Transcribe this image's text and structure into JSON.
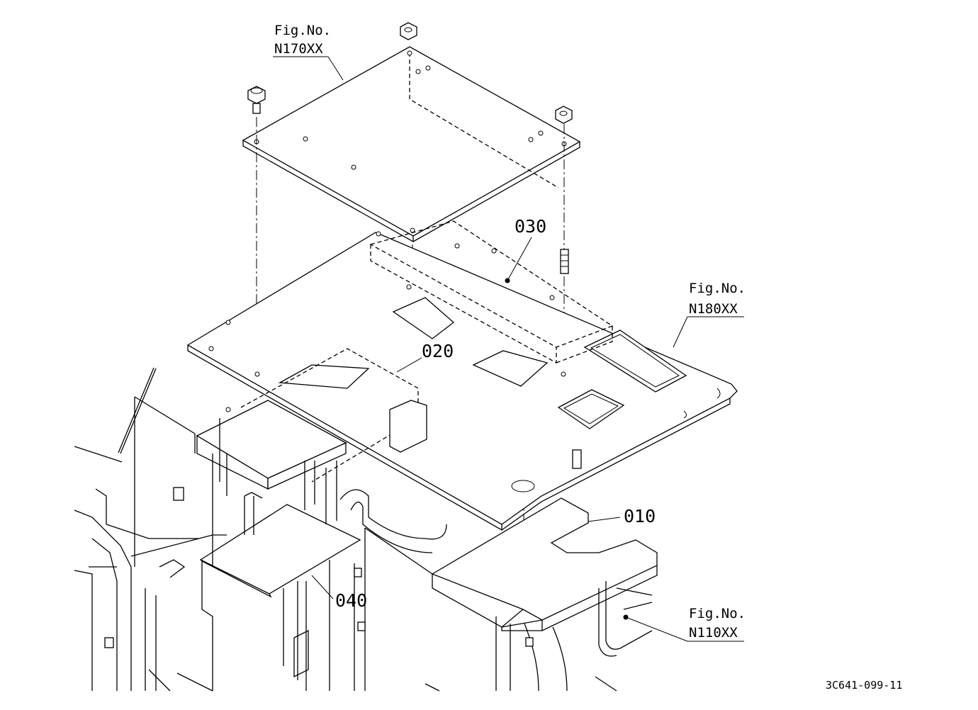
{
  "references": [
    {
      "id": "ref-170",
      "line1": "Fig.No.",
      "line2": "N170XX"
    },
    {
      "id": "ref-180",
      "line1": "Fig.No.",
      "line2": "N180XX"
    },
    {
      "id": "ref-110",
      "line1": "Fig.No.",
      "line2": "N110XX"
    }
  ],
  "parts": {
    "p010": "010",
    "p020": "020",
    "p030": "030",
    "p040": "040"
  },
  "drawing_code": "3C641-099-11"
}
